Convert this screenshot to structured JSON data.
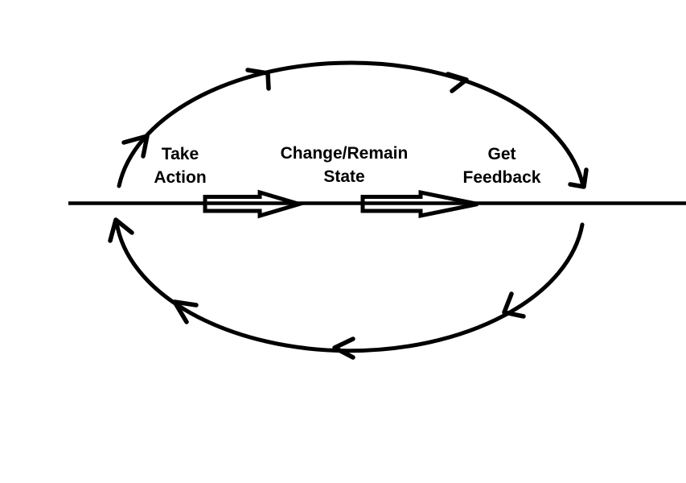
{
  "diagram": {
    "type": "cycle-flow-diagram",
    "background_color": "#ffffff",
    "ink_color": "#000000",
    "cycle": {
      "shape": "ellipse",
      "direction": "clockwise",
      "arrowhead_count": 8
    },
    "nodes": [
      {
        "id": "take-action",
        "line1": "Take",
        "line2": "Action"
      },
      {
        "id": "change-remain-state",
        "line1": "Change/Remain",
        "line2": "State"
      },
      {
        "id": "get-feedback",
        "line1": "Get",
        "line2": "Feedback"
      }
    ],
    "connectors": [
      {
        "from": "take-action",
        "to": "change-remain-state",
        "type": "hollow-block-arrow-right"
      },
      {
        "from": "change-remain-state",
        "to": "get-feedback",
        "type": "hollow-block-arrow-right"
      }
    ]
  }
}
